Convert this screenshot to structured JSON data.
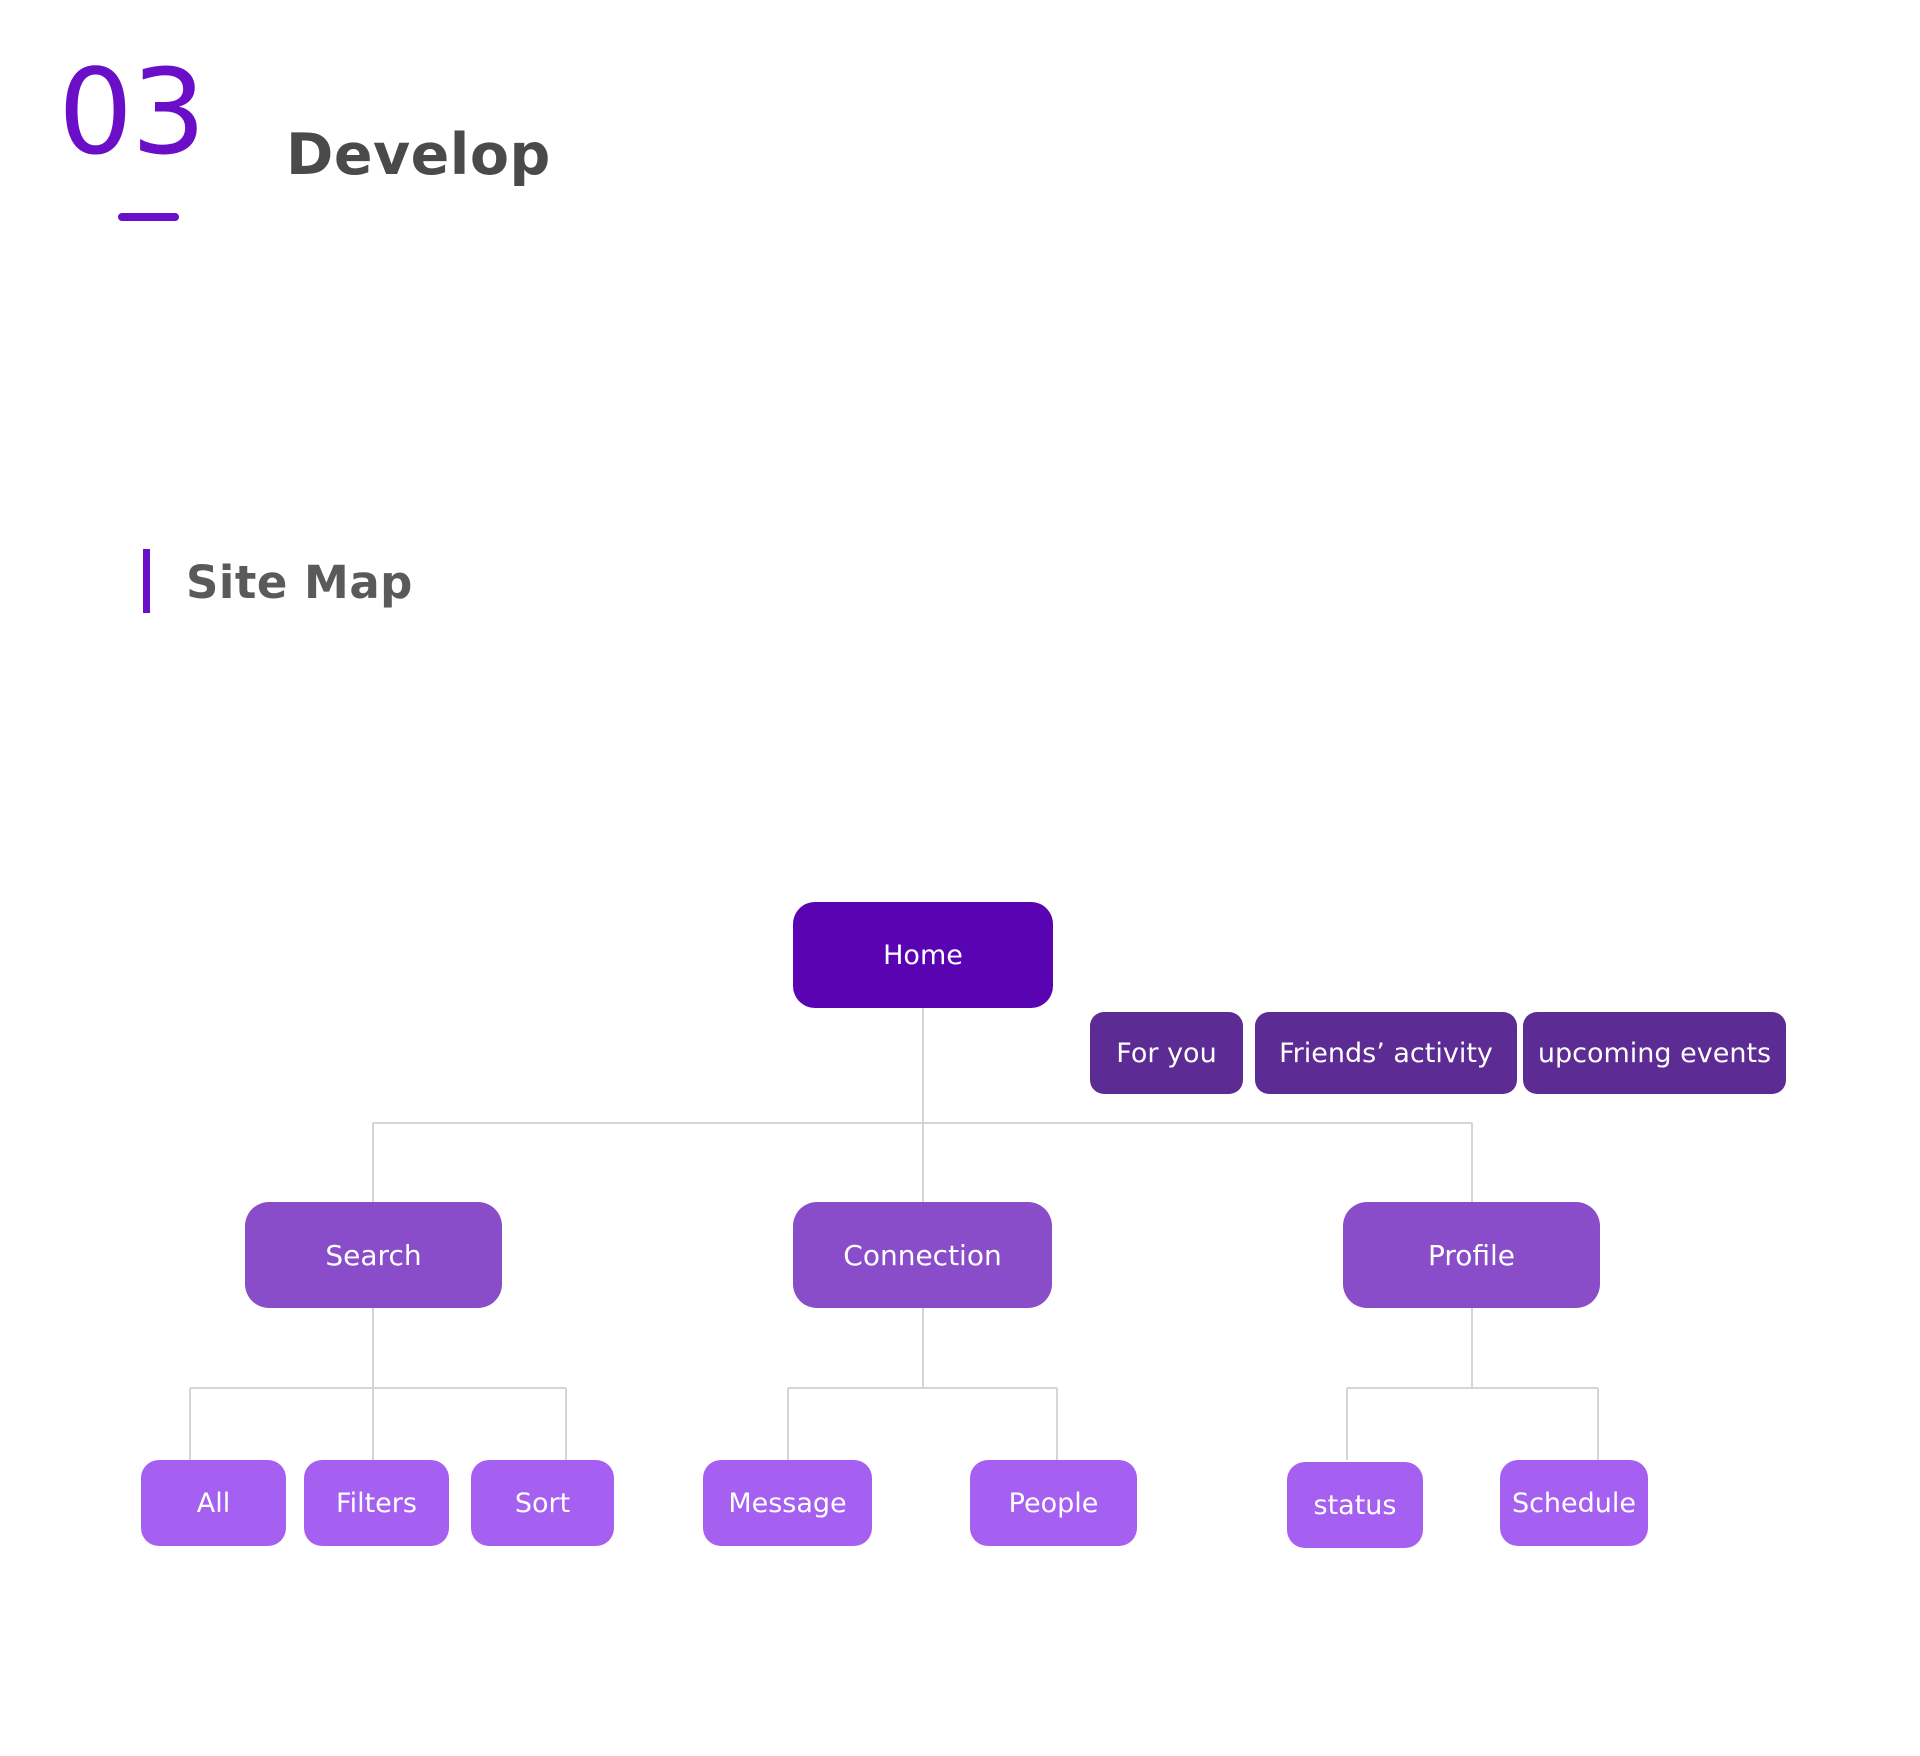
{
  "header": {
    "number": "03",
    "title": "Develop"
  },
  "section": {
    "title": "Site Map"
  },
  "sitemap": {
    "root": {
      "label": "Home"
    },
    "home_tabs": [
      {
        "label": "For you"
      },
      {
        "label": "Friends’ activity"
      },
      {
        "label": "upcoming events"
      }
    ],
    "branches": [
      {
        "label": "Search",
        "children": [
          {
            "label": "All"
          },
          {
            "label": "Filters"
          },
          {
            "label": "Sort"
          }
        ]
      },
      {
        "label": "Connection",
        "children": [
          {
            "label": "Message"
          },
          {
            "label": "People"
          }
        ]
      },
      {
        "label": "Profile",
        "children": [
          {
            "label": "status"
          },
          {
            "label": "Schedule"
          }
        ]
      }
    ]
  },
  "colors": {
    "accent": "#6B0EC7",
    "root_color": "#5A03B2",
    "tab_color": "#5C2B93",
    "branch_color": "#8A4DC9",
    "leaf_color": "#A55FF1",
    "line": "#D5D5D5",
    "heading_text": "#4A4A4A",
    "section_text": "#5A5A5A"
  }
}
